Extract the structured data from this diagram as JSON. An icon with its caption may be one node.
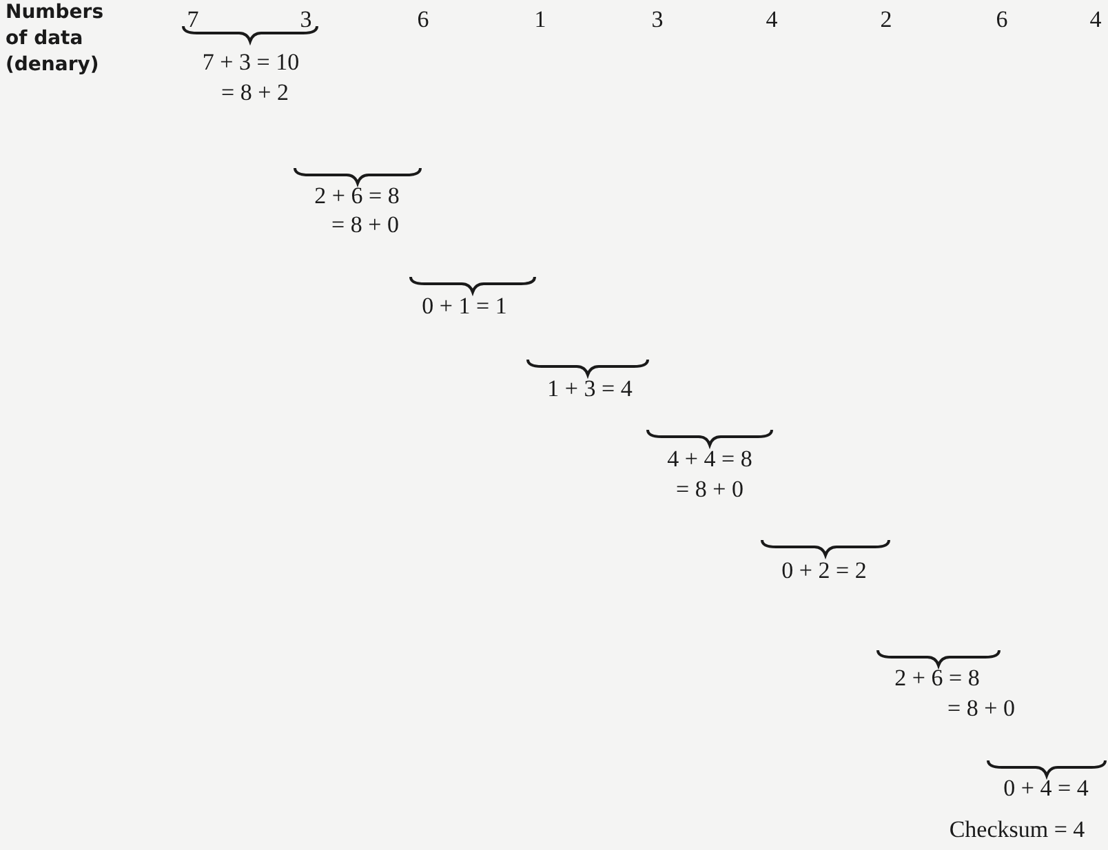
{
  "diagram": {
    "labels": [
      "Numbers of data (denary)",
      "7",
      "3",
      "6",
      "1",
      "3",
      "4",
      "2",
      "6",
      "4",
      "7 + 3 = 10",
      "= 8 + 2",
      "2 + 6 = 8",
      "= 8 + 0",
      "0 + 1 = 1",
      "1 + 3 = 4",
      "4 + 4 = 8",
      "= 8 + 0",
      "0 + 2 = 2",
      "2 + 6 = 8",
      "= 8 + 0",
      "0 + 4 = 4",
      "Checksum = 4"
    ]
  }
}
